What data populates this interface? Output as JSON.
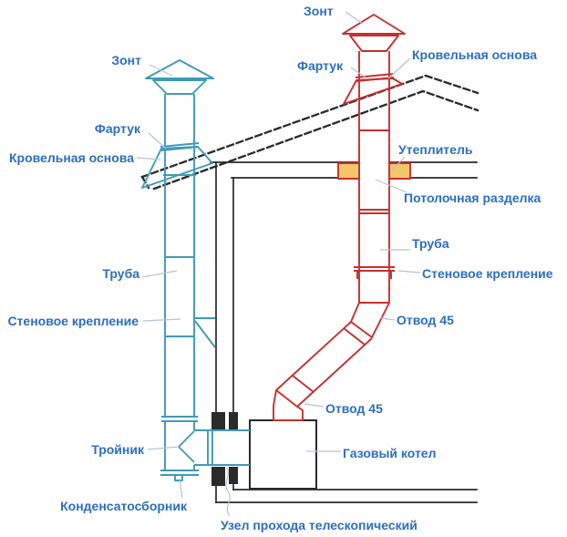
{
  "colors": {
    "pipe_blue": "#3f9ab8",
    "pipe_red": "#c5302f",
    "insulation_fill": "#f3c768",
    "structure": "#2a2a2a",
    "leader": "#b4c4d8",
    "label_text": "#2c6ec0"
  },
  "labels": {
    "blue": {
      "zont": "Зонт",
      "fartuk": "Фартук",
      "krovelnaya_osnova": "Кровельная основа",
      "truba": "Труба",
      "stenovoe_kreplenie": "Стеновое крепление",
      "troynik": "Тройник",
      "kondensatosbornik": "Конденсатосборник",
      "uzel_prohoda": "Узел прохода телескопический"
    },
    "red": {
      "zont": "Зонт",
      "fartuk": "Фартук",
      "krovelnaya_osnova": "Кровельная основа",
      "uteplitel": "Утеплитель",
      "potolochnaya_razdelka": "Потолочная разделка",
      "truba": "Труба",
      "stenovoe_kreplenie": "Стеновое крепление",
      "otvod_45_verh": "Отвод 45",
      "otvod_45_niz": "Отвод 45",
      "gazovy_kotel": "Газовый котел"
    }
  }
}
